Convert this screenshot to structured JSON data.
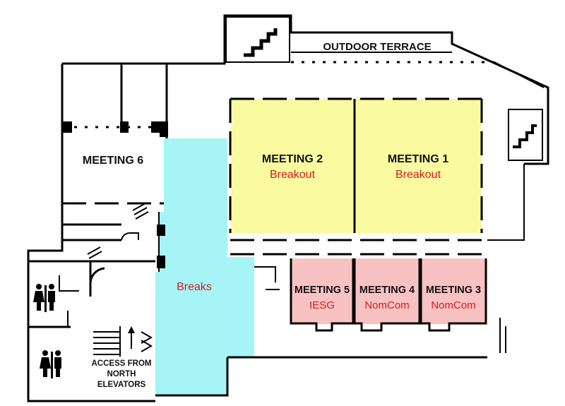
{
  "rooms": {
    "outdoor_terrace": {
      "name": "OUTDOOR TERRACE"
    },
    "meeting_6": {
      "name": "MEETING 6"
    },
    "meeting_2": {
      "name": "MEETING 2",
      "use": "Breakout",
      "fill": "#fafaa0"
    },
    "meeting_1": {
      "name": "MEETING 1",
      "use": "Breakout",
      "fill": "#fafaa0"
    },
    "breaks": {
      "name": "Breaks",
      "fill": "#a6f4f6"
    },
    "meeting_5": {
      "name": "MEETING 5",
      "use": "IESG",
      "fill": "#f9c2c2"
    },
    "meeting_4": {
      "name": "MEETING 4",
      "use": "NomCom",
      "fill": "#f9c2c2"
    },
    "meeting_3": {
      "name": "MEETING 3",
      "use": "NomCom",
      "fill": "#f9c2c2"
    }
  },
  "access": {
    "line1": "ACCESS FROM",
    "line2": "NORTH",
    "line3": "ELEVATORS"
  },
  "colors": {
    "label_accent": "#d81b1b",
    "walls": "#000000"
  },
  "icons": [
    "stairs-icon",
    "restroom-icon",
    "up-arrow-icon"
  ]
}
